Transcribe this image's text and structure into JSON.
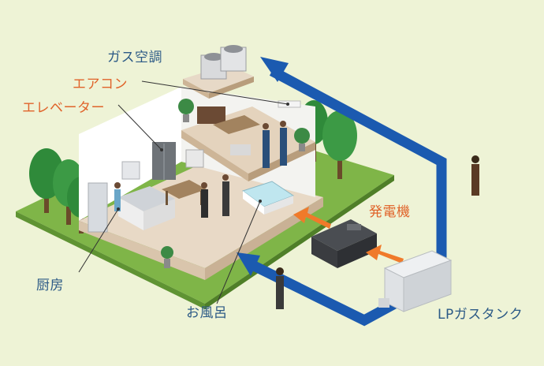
{
  "labels": {
    "gas_aircon": "ガス空調",
    "aircon": "エアコン",
    "elevator": "エレベーター",
    "generator": "発電機",
    "kitchen": "厨房",
    "bath": "お風呂",
    "lp_tank": "LPガスタンク"
  },
  "colors": {
    "background": "#eef3d6",
    "flow_arrow": "#1b5ab0",
    "power_arrow": "#f07a2a",
    "label_blue": "#2c5a86",
    "label_orange": "#e0632a",
    "ground": "#7fb548",
    "floor": "#e8d9c6",
    "wall": "#ffffff"
  }
}
